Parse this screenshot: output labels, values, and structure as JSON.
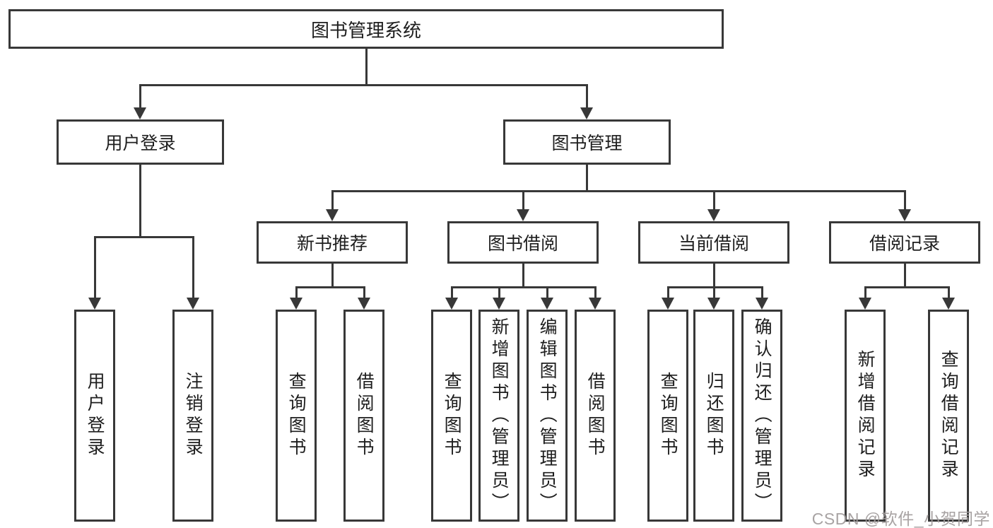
{
  "nodes": {
    "root": "图书管理系统",
    "user_login": "用户登录",
    "book_mgmt": "图书管理",
    "new_book_rec": "新书推荐",
    "book_borrow": "图书借阅",
    "current_borrow": "当前借阅",
    "borrow_records": "借阅记录",
    "leaf_user_login": "用户登录",
    "leaf_logout": "注销登录",
    "leaf_nb_query": "查询图书",
    "leaf_nb_borrow": "借阅图书",
    "leaf_bb_query": "查询图书",
    "leaf_bb_add": "新增图书（管理员）",
    "leaf_bb_edit": "编辑图书（管理员）",
    "leaf_bb_borrow": "借阅图书",
    "leaf_cb_query": "查询图书",
    "leaf_cb_return": "归还图书",
    "leaf_cb_confirm": "确认归还（管理员）",
    "leaf_br_add": "新增借阅记录",
    "leaf_br_query": "查询借阅记录"
  },
  "structure": {
    "root": [
      "user_login",
      "book_mgmt"
    ],
    "user_login": [
      "leaf_user_login",
      "leaf_logout"
    ],
    "book_mgmt": [
      "new_book_rec",
      "book_borrow",
      "current_borrow",
      "borrow_records"
    ],
    "new_book_rec": [
      "leaf_nb_query",
      "leaf_nb_borrow"
    ],
    "book_borrow": [
      "leaf_bb_query",
      "leaf_bb_add",
      "leaf_bb_edit",
      "leaf_bb_borrow"
    ],
    "current_borrow": [
      "leaf_cb_query",
      "leaf_cb_return",
      "leaf_cb_confirm"
    ],
    "borrow_records": [
      "leaf_br_add",
      "leaf_br_query"
    ]
  },
  "watermark": "CSDN @软件_小贺同学",
  "colors": {
    "line": "#383838",
    "text": "#1e1e1e",
    "background": "#ffffff",
    "watermark": "#a19c9c"
  }
}
